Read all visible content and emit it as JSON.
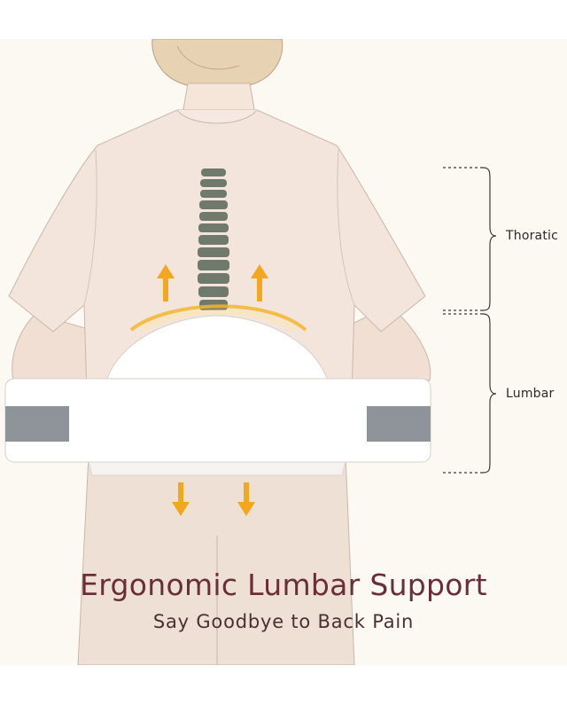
{
  "labels": {
    "thoratic": "Thoratic",
    "lumbar": "Lumbar"
  },
  "headline": {
    "title": "Ergonomic Lumbar Support",
    "subtitle": "Say Goodbye to Back Pain"
  },
  "colors": {
    "background": "#fcf8f2",
    "shirt": "#f3e4dc",
    "spine": "#6f7a6c",
    "arrow": "#f3a71d",
    "cushion": "#ffffff",
    "strap": "#8f949a",
    "title": "#6b2e38"
  },
  "icons": [
    "arrow-up-icon",
    "arrow-down-icon",
    "spine-icon",
    "bracket-icon"
  ]
}
